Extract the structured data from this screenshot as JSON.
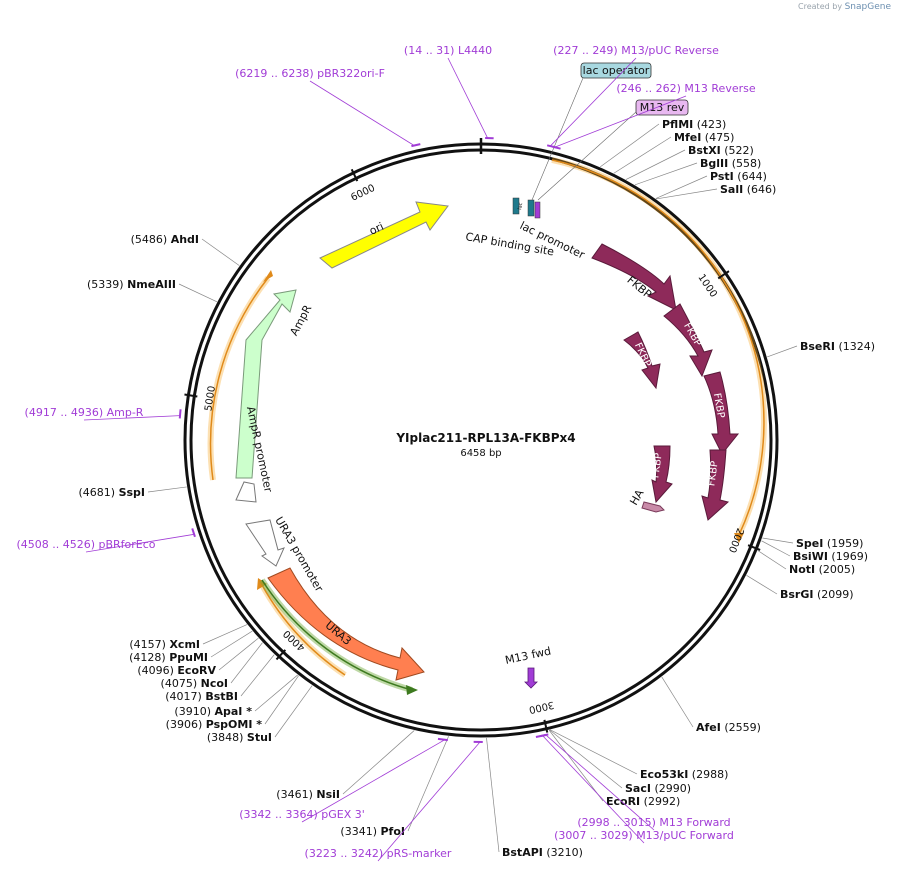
{
  "brand": {
    "created_by": "Created by",
    "name": "SnapGene"
  },
  "plasmid": {
    "name": "YIplac211-RPL13A-FKBPx4",
    "length_label": "6458 bp",
    "length_bp": 6458
  },
  "colors": {
    "primer": "#a13cd6",
    "fkbp": "#8e2a5a",
    "ori": "#ffff00",
    "ampr": "#ccffcc",
    "ura3": "#ff7f50",
    "orange_line": "#f5a623",
    "green_line": "#6fa83a",
    "ha": "#c98aa8"
  },
  "ticks": [
    {
      "bp": 1000,
      "label": "1000"
    },
    {
      "bp": 2000,
      "label": "2000"
    },
    {
      "bp": 3000,
      "label": "3000"
    },
    {
      "bp": 4000,
      "label": "4000"
    },
    {
      "bp": 5000,
      "label": "5000"
    },
    {
      "bp": 6000,
      "label": "6000"
    }
  ],
  "enzymes": [
    {
      "name": "PflMI",
      "pos": "(423)",
      "bp": 423
    },
    {
      "name": "MfeI",
      "pos": "(475)",
      "bp": 475
    },
    {
      "name": "BstXI",
      "pos": "(522)",
      "bp": 522
    },
    {
      "name": "BglII",
      "pos": "(558)",
      "bp": 558
    },
    {
      "name": "PstI",
      "pos": "(644)",
      "bp": 644
    },
    {
      "name": "SalI",
      "pos": "(646)",
      "bp": 646
    },
    {
      "name": "BseRI",
      "pos": "(1324)",
      "bp": 1324
    },
    {
      "name": "SpeI",
      "pos": "(1959)",
      "bp": 1959
    },
    {
      "name": "BsiWI",
      "pos": "(1969)",
      "bp": 1969
    },
    {
      "name": "NotI",
      "pos": "(2005)",
      "bp": 2005
    },
    {
      "name": "BsrGI",
      "pos": "(2099)",
      "bp": 2099
    },
    {
      "name": "AfeI",
      "pos": "(2559)",
      "bp": 2559
    },
    {
      "name": "Eco53kI",
      "pos": "(2988)",
      "bp": 2988
    },
    {
      "name": "SacI",
      "pos": "(2990)",
      "bp": 2990
    },
    {
      "name": "EcoRI",
      "pos": "(2992)",
      "bp": 2992
    },
    {
      "name": "BstAPI",
      "pos": "(3210)",
      "bp": 3210
    },
    {
      "name": "PfoI",
      "pos": "(3341)",
      "bp": 3341
    },
    {
      "name": "NsiI",
      "pos": "(3461)",
      "bp": 3461
    },
    {
      "name": "StuI",
      "pos": "(3848)",
      "bp": 3848
    },
    {
      "name": "PspOMI *",
      "pos": "(3906)",
      "bp": 3906
    },
    {
      "name": "ApaI *",
      "pos": "(3910)",
      "bp": 3910
    },
    {
      "name": "BstBI",
      "pos": "(4017)",
      "bp": 4017
    },
    {
      "name": "NcoI",
      "pos": "(4075)",
      "bp": 4075
    },
    {
      "name": "EcoRV",
      "pos": "(4096)",
      "bp": 4096
    },
    {
      "name": "PpuMI",
      "pos": "(4128)",
      "bp": 4128
    },
    {
      "name": "XcmI",
      "pos": "(4157)",
      "bp": 4157
    },
    {
      "name": "SspI",
      "pos": "(4681)",
      "bp": 4681
    },
    {
      "name": "NmeAIII",
      "pos": "(5339)",
      "bp": 5339
    },
    {
      "name": "AhdI",
      "pos": "(5486)",
      "bp": 5486
    }
  ],
  "primers": [
    {
      "name": "L4440",
      "range": "(14 .. 31)",
      "start": 14,
      "end": 31
    },
    {
      "name": "pBR322ori-F",
      "range": "(6219 .. 6238)",
      "start": 6219,
      "end": 6238
    },
    {
      "name": "M13/pUC Reverse",
      "range": "(227 .. 249)",
      "start": 227,
      "end": 249
    },
    {
      "name": "M13 Reverse",
      "range": "(246 .. 262)",
      "start": 246,
      "end": 262
    },
    {
      "name": "Amp-R",
      "range": "(4917 .. 4936)",
      "start": 4917,
      "end": 4936
    },
    {
      "name": "pBRforEco",
      "range": "(4508 .. 4526)",
      "start": 4508,
      "end": 4526
    },
    {
      "name": "M13 Forward",
      "range": "(2998 .. 3015)",
      "start": 2998,
      "end": 3015
    },
    {
      "name": "M13/pUC Forward",
      "range": "(3007 .. 3029)",
      "start": 3007,
      "end": 3029
    },
    {
      "name": "pGEX 3'",
      "range": "(3342 .. 3364)",
      "start": 3342,
      "end": 3364
    },
    {
      "name": "pRS-marker",
      "range": "(3223 .. 3242)",
      "start": 3223,
      "end": 3242
    }
  ],
  "boxed_features": [
    {
      "name": "lac operator"
    },
    {
      "name": "M13 rev"
    }
  ],
  "features": [
    {
      "name": "ori"
    },
    {
      "name": "AmpR"
    },
    {
      "name": "AmpR promoter"
    },
    {
      "name": "URA3 promoter"
    },
    {
      "name": "URA3"
    },
    {
      "name": "lac promoter"
    },
    {
      "name": "CAP binding site"
    },
    {
      "name": "FKBP"
    },
    {
      "name": "HA"
    },
    {
      "name": "M13 fwd"
    }
  ],
  "fkbp_labels": [
    "FKBP",
    "FKBP",
    "FKBP",
    "FKBP",
    "FKBP"
  ]
}
